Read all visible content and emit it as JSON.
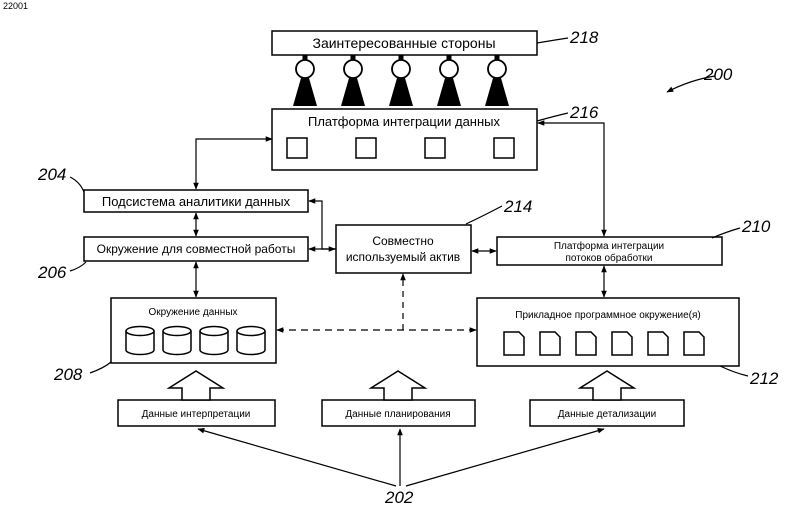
{
  "corner_id": "22001",
  "figure_ref": "200",
  "stakeholders": {
    "label": "Заинтересованные стороны",
    "ref": "218",
    "figure_count": 5
  },
  "data_integration_platform": {
    "label": "Платформа интеграции данных",
    "ref": "216",
    "slot_count": 4
  },
  "analytics_subsystem": {
    "label": "Подсистема аналитики данных",
    "ref": "204"
  },
  "collaboration_environment": {
    "label": "Окружение для совместной работы",
    "ref": "206"
  },
  "shared_asset": {
    "line1": "Совместно",
    "line2": "используемый актив",
    "ref": "214"
  },
  "workflow_integration_platform": {
    "line1": "Платформа интеграции",
    "line2": "потоков обработки",
    "ref": "210"
  },
  "data_environment": {
    "label": "Окружение данных",
    "ref": "208",
    "db_count": 4
  },
  "application_environment": {
    "label": "Прикладное программное окружение(я)",
    "ref": "212",
    "doc_count": 6
  },
  "inputs": {
    "interpretation": "Данные интерпретации",
    "planning": "Данные планирования",
    "detailing": "Данные детализации",
    "ref": "202"
  }
}
